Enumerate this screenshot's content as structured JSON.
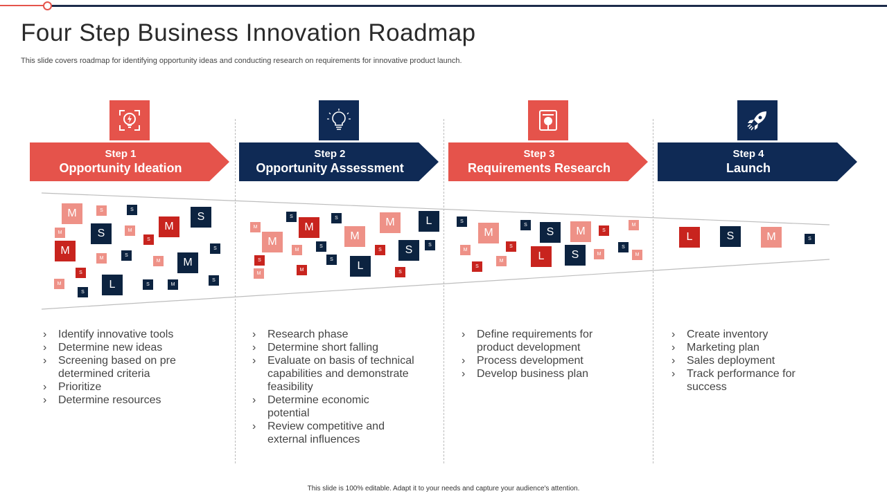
{
  "title": "Four Step Business Innovation Roadmap",
  "subtitle": "This slide covers roadmap for identifying opportunity ideas and conducting research on requirements for innovative product launch.",
  "colors": {
    "red": "#e5534b",
    "navy": "#0f2a55",
    "pink": "#ee9187",
    "dark_red": "#c8241e",
    "sq_navy": "#0c2340"
  },
  "steps": [
    {
      "step_label": "Step 1",
      "name": "Opportunity Ideation",
      "icon": "lightning-target-icon",
      "bullets": [
        "Identify innovative tools",
        "Determine new ideas",
        "Screening based on pre determined criteria",
        "Prioritize",
        "Determine resources"
      ]
    },
    {
      "step_label": "Step 2",
      "name": "Opportunity Assessment",
      "icon": "lightbulb-icon",
      "bullets": [
        "Research phase",
        "Determine short falling",
        "Evaluate on basis of technical capabilities and demonstrate feasibility",
        "Determine economic potential",
        "Review competitive and external influences"
      ]
    },
    {
      "step_label": "Step 3",
      "name": "Requirements Research",
      "icon": "research-document-icon",
      "bullets": [
        "Define requirements for product development",
        "Process development",
        "Develop business plan"
      ]
    },
    {
      "step_label": "Step 4",
      "name": "Launch",
      "icon": "rocket-icon",
      "bullets": [
        "Create inventory",
        "Marketing plan",
        "Sales deployment",
        "Track performance for success"
      ]
    }
  ],
  "size_labels": {
    "small": "S",
    "medium": "M",
    "large": "L"
  },
  "footer": "This slide is 100% editable. Adapt it to your needs and capture your audience's attention."
}
